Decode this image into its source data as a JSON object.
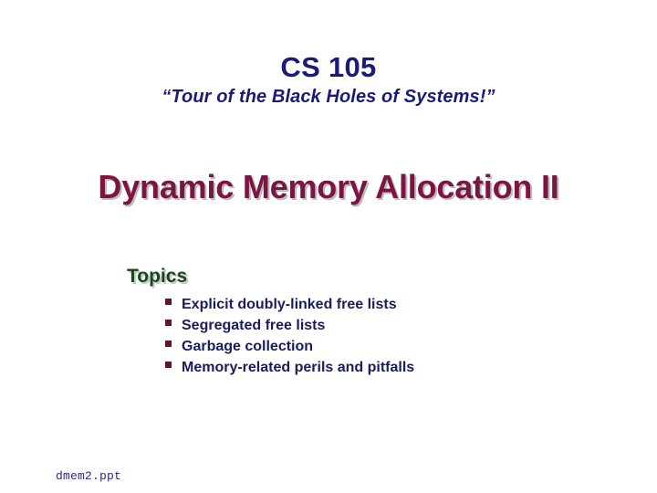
{
  "slide": {
    "background_color": "#ffffff",
    "header": {
      "course_code": "CS 105",
      "tagline": "“Tour of the Black Holes of Systems!”",
      "color": "#1a1a7a"
    },
    "title": {
      "text": "Dynamic Memory Allocation II",
      "color": "#7b1544",
      "shadow_color": "#bdbdbd"
    },
    "topics": {
      "heading": "Topics",
      "heading_color": "#17481c",
      "bullet_color": "#6b0f33",
      "item_color": "#1b1b60",
      "items": [
        {
          "label": "Explicit doubly-linked free lists",
          "bullet_icon": "square-bullet-icon"
        },
        {
          "label": "Segregated free lists",
          "bullet_icon": "square-bullet-icon"
        },
        {
          "label": "Garbage collection",
          "bullet_icon": "square-bullet-icon"
        },
        {
          "label": "Memory-related perils and pitfalls",
          "bullet_icon": "square-bullet-icon"
        }
      ]
    },
    "footer": {
      "filename": "dmem2.ppt",
      "color": "#2a2a8c"
    }
  }
}
